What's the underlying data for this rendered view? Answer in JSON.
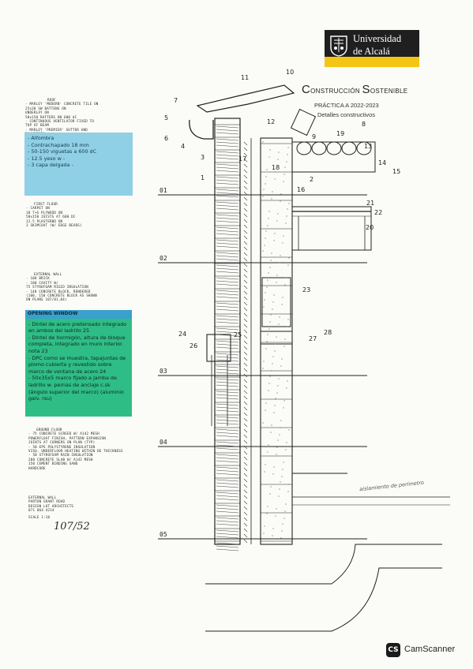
{
  "logo": {
    "line1": "Universidad",
    "line2": "de Alcalá"
  },
  "header": {
    "title_c": "C",
    "title_rest1": "ONSTRUCCIÓN ",
    "title_s": "S",
    "title_rest2": "OSTENIBLE",
    "practice": "PRÁCTICA A 2022-2023",
    "subtitle": "Detalles constructivos"
  },
  "roof_notes": {
    "heading": "ROOF",
    "lines": [
      "- MARLEY 'MODERN' CONCRETE TILE ON",
      "  25x38 SW BATTENS ON",
      "  UNDERLAY ON",
      "  50x150 RAFTERS ON 600 dC",
      "- CONTINUOUS VENTILATOR FIXED TO",
      "  TOP OF BEAM",
      "- MARLEY 'PREMIER' GUTTER AND",
      "  DOWNPIPES"
    ]
  },
  "blue_note": {
    "lines": [
      "- Alfombra",
      "- Contrachapado 18 mm",
      "- 50-150 viguetas a 600 dC",
      "- 12.5 yeso  w -",
      "- 3 capa delgada  -"
    ]
  },
  "first_floor_notes": {
    "heading": "FIRST FLOOR",
    "lines": [
      "- CARPET ON",
      "  18 T+G PLYWOOD ON",
      "  50x150 JOISTS AT 600 DC",
      "  12.5 PLASTERBD ON",
      "  3 SKIMCOAT (W/ EDGE BEADS)"
    ]
  },
  "external_wall_notes": {
    "heading": "EXTERNAL WALL",
    "lines": [
      "- 100 BRICK",
      "- 100 CAVITY W/",
      "  75 STYROFOAM RIGID INSULATION",
      "- 140 CONCRETE BLOCK, RENDERED",
      "  (100, 150 CONCRETE BLOCK AS SHOWN",
      "  ON PLANS 107/01,04)"
    ]
  },
  "opening_window": {
    "title": "OPENING WINDOW",
    "lines": [
      "- Dintel de acero pretensado integrado en ambos del ladrillo 25",
      "- Dintel de hormigón, altura de bloque completa, integrado en muro interior. nota 23",
      "- DPC como se muestra, tapajuntas de plomo cubierta y revestido sobre marco de ventana de acero 24",
      "- 50x35x5 marco fijado a jamba de ladrillo w. pernas de anclaje c.sk (ángulo superior del marco) (aluminio galv. rsu)"
    ]
  },
  "ground_floor_notes": {
    "heading": "GROUND FLOOR",
    "lines": [
      "- 75 CONCRETE SCREED W/ A142 MESH",
      "  POWERFLOAT FINISH, PATTERN EXPANSION",
      "  JOINTS AT CORNERS ON PLAN (TYP)",
      "- 50 EPS POLYSTYRENE INSULATION",
      "  VISQ. UNDERFLOOR HEATING WITHIN DE THICKNESS",
      "- 50 STYROFOAM RAIN INSULATION",
      "  200 CONCRETE SLAB W/ A142 MESH",
      "  150 CEMENT BINDING SAND",
      "  HARDCORE"
    ]
  },
  "title_block": {
    "lines": [
      "EXTERNAL WALL",
      "PARTON GRANT ROAD",
      "DESIGN LOT ARCHITECTS",
      "071 064 4214"
    ],
    "scale": "SCALE 1:10",
    "drawing_no": "107/52"
  },
  "levels": [
    "01",
    "02",
    "03",
    "04",
    "05"
  ],
  "callouts": [
    "1",
    "2",
    "3",
    "4",
    "5",
    "6",
    "7",
    "8",
    "9",
    "10",
    "11",
    "12",
    "13",
    "14",
    "15",
    "16",
    "17",
    "18",
    "19",
    "20",
    "21",
    "22",
    "23",
    "24",
    "25",
    "26",
    "27",
    "28"
  ],
  "rotated_note": "aislamiento de perímetro",
  "scanner": {
    "icon": "CS",
    "label": "CamScanner"
  },
  "colors": {
    "blue_note": "#8fd0e6",
    "green_box": "#2fbd86",
    "logo_dark": "#1f1f1f",
    "logo_yellow": "#f3c514"
  }
}
